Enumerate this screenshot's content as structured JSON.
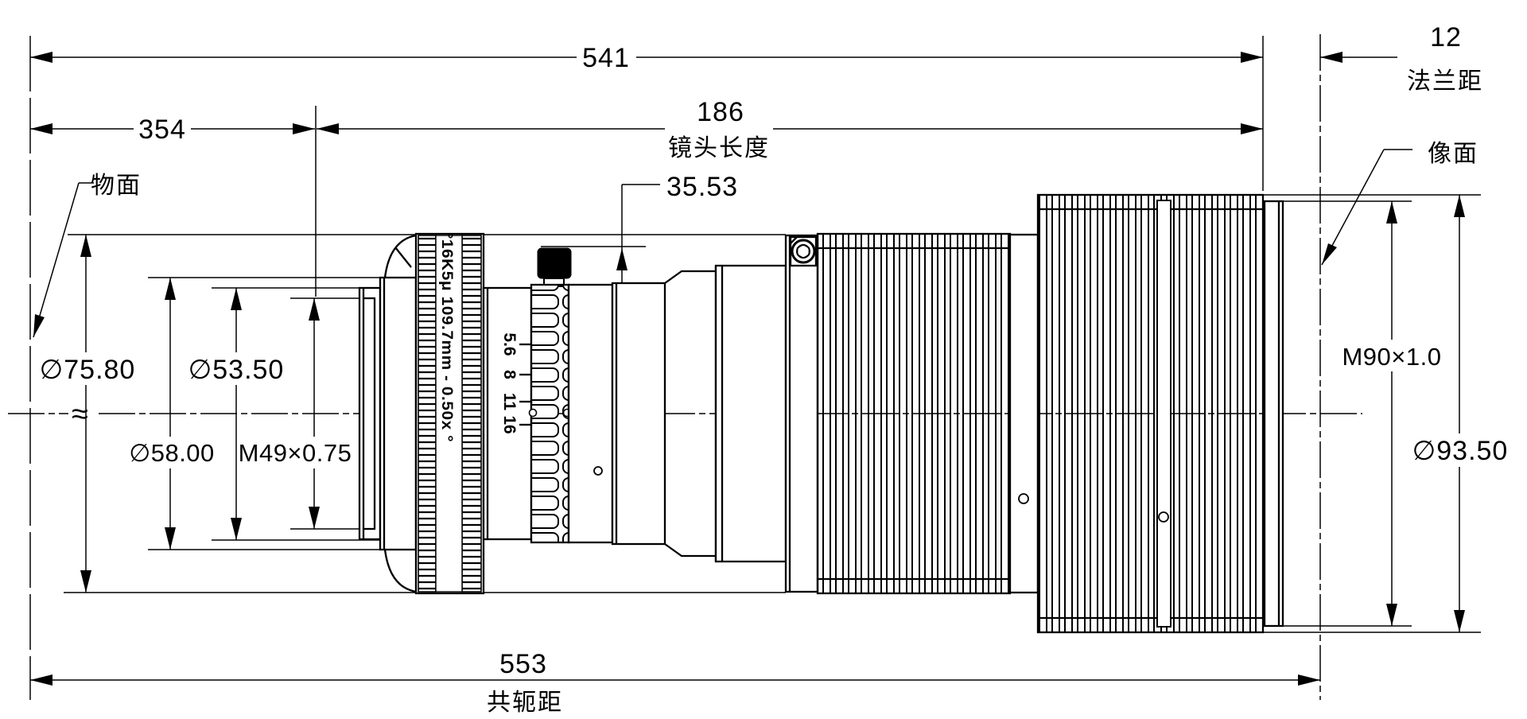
{
  "drawing": {
    "dims": {
      "total": "541",
      "front": "354",
      "lens_len": "186",
      "lens_len_label": "镜头长度",
      "flange": "12",
      "flange_label": "法兰距",
      "knob": "35.53",
      "conj": "553",
      "conj_label": "共轭距",
      "dia_front_max": "∅75.80",
      "dia_bezel": "∅53.50",
      "dia_barrel": "∅58.00",
      "filter_thread": "M49×0.75",
      "mount_thread": "M90×1.0",
      "dia_rear": "∅93.50"
    },
    "planes": {
      "object": "物面",
      "image": "像面"
    },
    "markings": {
      "ring": "°16K5μ 109.7mm - 0.50x °",
      "aperture": [
        "5.6",
        "8",
        "11",
        "16"
      ]
    },
    "symbols": {
      "axis_break": "≈"
    },
    "colors": {
      "ink": "#000000",
      "background": "#ffffff"
    }
  }
}
